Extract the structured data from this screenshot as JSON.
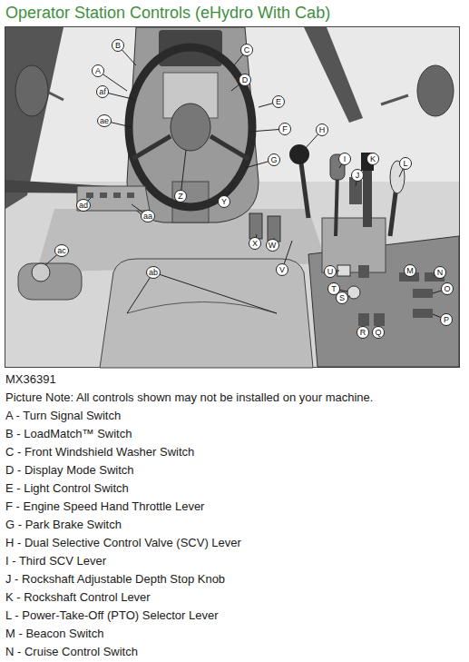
{
  "diagram": {
    "title": "Operator Station Controls (eHydro With Cab)",
    "nodes": [
      {
        "text": [
          "B"
        ]
      },
      {
        "text": [
          "C"
        ]
      },
      {
        "text": [
          "A"
        ]
      },
      {
        "text": [
          "D"
        ]
      },
      {
        "text": [
          "af"
        ]
      },
      {
        "text": [
          "E"
        ]
      },
      {
        "text": [
          "ae"
        ]
      },
      {
        "text": [
          "F"
        ]
      },
      {
        "text": [
          "H"
        ]
      },
      {
        "text": [
          "G"
        ]
      },
      {
        "text": [
          "I"
        ]
      },
      {
        "text": [
          "K"
        ]
      },
      {
        "text": [
          "L"
        ]
      },
      {
        "text": [
          "J"
        ]
      },
      {
        "text": [
          "Z"
        ]
      },
      {
        "text": [
          "Y"
        ]
      },
      {
        "text": [
          "ad"
        ]
      },
      {
        "text": [
          "aa"
        ]
      },
      {
        "text": [
          "X"
        ]
      },
      {
        "text": [
          "W"
        ]
      },
      {
        "text": [
          "ac"
        ]
      },
      {
        "text": [
          "V"
        ]
      },
      {
        "text": [
          "U"
        ]
      },
      {
        "text": [
          "M"
        ]
      },
      {
        "text": [
          "N"
        ]
      },
      {
        "text": [
          "ab"
        ]
      },
      {
        "text": [
          "T"
        ]
      },
      {
        "text": [
          "O"
        ]
      },
      {
        "text": [
          "S"
        ]
      },
      {
        "text": [
          "P"
        ]
      },
      {
        "text": [
          "R"
        ]
      },
      {
        "text": [
          "Q"
        ]
      }
    ],
    "labels": [
      "MX36391",
      "Picture Note: All controls shown may not be installed on your machine.",
      "A - Turn Signal Switch",
      "B - LoadMatch™ Switch",
      "C - Front Windshield Washer Switch",
      "D - Display Mode Switch",
      "E - Light Control Switch",
      "F - Engine Speed Hand Throttle Lever",
      "G - Park Brake Switch",
      "H - Dual Selective Control Valve (SCV) Lever",
      "I - Third SCV Lever",
      "J - Rockshaft Adjustable Depth Stop Knob",
      "K - Rockshaft Control Lever",
      "L - Power-Take-Off (PTO) Selector Lever",
      "M - Beacon Switch",
      "N - Cruise Control Switch"
    ]
  }
}
